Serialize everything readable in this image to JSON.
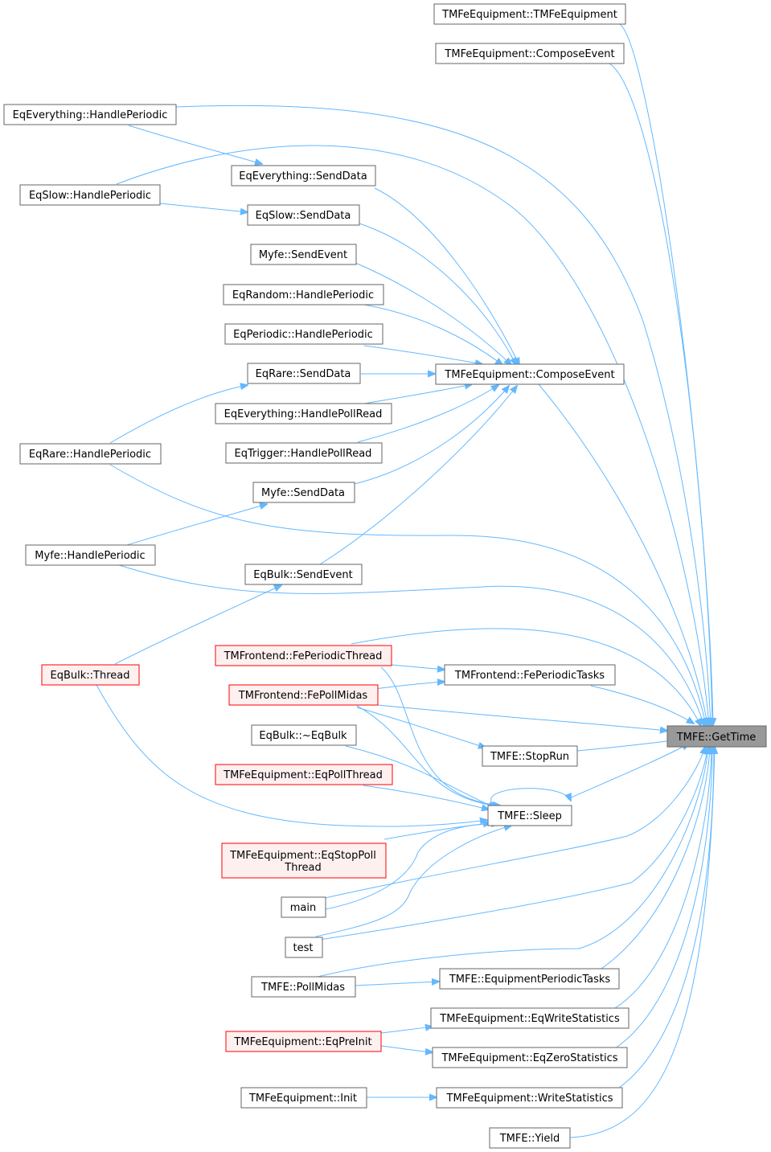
{
  "colors": {
    "edge": "#63b8ff",
    "node_border": "#666666",
    "node_fill": "#ffffff",
    "node_border_red": "#ff0000",
    "node_fill_red": "#fff0f0",
    "root_fill": "#999999",
    "root_border": "#666666"
  },
  "nodes": {
    "tmfe_gettime": "TMFE::GetTime",
    "tmfeequipment_ctor": "TMFeEquipment::TMFeEquipment",
    "tmfeequipment_composeevent_a": "TMFeEquipment::ComposeEvent",
    "tmfeequipment_composeevent_b": "TMFeEquipment::ComposeEvent",
    "eqeverything_handleperiodic": "EqEverything::HandlePeriodic",
    "eqeverything_senddata": "EqEverything::SendData",
    "eqslow_handleperiodic": "EqSlow::HandlePeriodic",
    "eqslow_senddata": "EqSlow::SendData",
    "myfe_sendevent": "Myfe::SendEvent",
    "eqrandom_handleperiodic": "EqRandom::HandlePeriodic",
    "eqperiodic_handleperiodic": "EqPeriodic::HandlePeriodic",
    "eqrare_senddata": "EqRare::SendData",
    "eqeverything_handlepollread": "EqEverything::HandlePollRead",
    "eqrare_handleperiodic": "EqRare::HandlePeriodic",
    "eqtrigger_handlepollread": "EqTrigger::HandlePollRead",
    "myfe_senddata": "Myfe::SendData",
    "myfe_handleperiodic": "Myfe::HandlePeriodic",
    "eqbulk_sendevent": "EqBulk::SendEvent",
    "tmfrontend_feperiodicthread": "TMFrontend::FePeriodicThread",
    "tmfrontend_feperiodictasks": "TMFrontend::FePeriodicTasks",
    "eqbulk_thread": "EqBulk::Thread",
    "tmfrontend_fepollmidas": "TMFrontend::FePollMidas",
    "eqbulk_dtor": "EqBulk::~EqBulk",
    "tmfe_stoprun": "TMFE::StopRun",
    "tmfeequipment_eqpollthread": "TMFeEquipment::EqPollThread",
    "tmfe_sleep": "TMFE::Sleep",
    "tmfeequipment_eqstoppollthread_1": "TMFeEquipment::EqStopPoll",
    "tmfeequipment_eqstoppollthread_2": "Thread",
    "main": "main",
    "test": "test",
    "tmfe_pollmidas": "TMFE::PollMidas",
    "tmfe_equipmentperiodictasks": "TMFE::EquipmentPeriodicTasks",
    "tmfeequipment_eqwritestatistics": "TMFeEquipment::EqWriteStatistics",
    "tmfeequipment_eqpreinit": "TMFeEquipment::EqPreInit",
    "tmfeequipment_eqzerostatistics": "TMFeEquipment::EqZeroStatistics",
    "tmfeequipment_init": "TMFeEquipment::Init",
    "tmfeequipment_writestatistics": "TMFeEquipment::WriteStatistics",
    "tmfe_yield": "TMFE::Yield"
  }
}
